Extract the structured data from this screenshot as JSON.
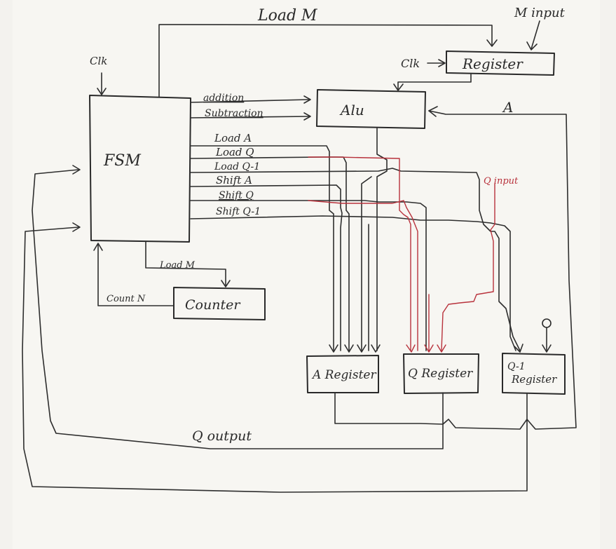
{
  "colors": {
    "ink": "#2a2a2a",
    "red_ink": "#b8323c",
    "paper": "#f7f6f2"
  },
  "blocks": {
    "fsm": "FSM",
    "alu": "Alu",
    "register_top": "Register",
    "counter": "Counter",
    "a_register": "A Register",
    "q_register": "Q Register",
    "q1_register_line1": "Q-1",
    "q1_register_line2": "Register"
  },
  "labels": {
    "load_m_top": "Load M",
    "m_input": "M input",
    "clk_fsm": "Clk",
    "clk_register": "Clk",
    "a_feedback": "A",
    "q_output": "Q output",
    "q_input": "Q input",
    "load_m_counter": "Load M",
    "count_n": "Count N",
    "zero": "0"
  },
  "signals": [
    "addition",
    "Subtraction",
    "Load A",
    "Load Q",
    "Load Q-1",
    "Shift A",
    "Shift Q",
    "Shift Q-1"
  ]
}
